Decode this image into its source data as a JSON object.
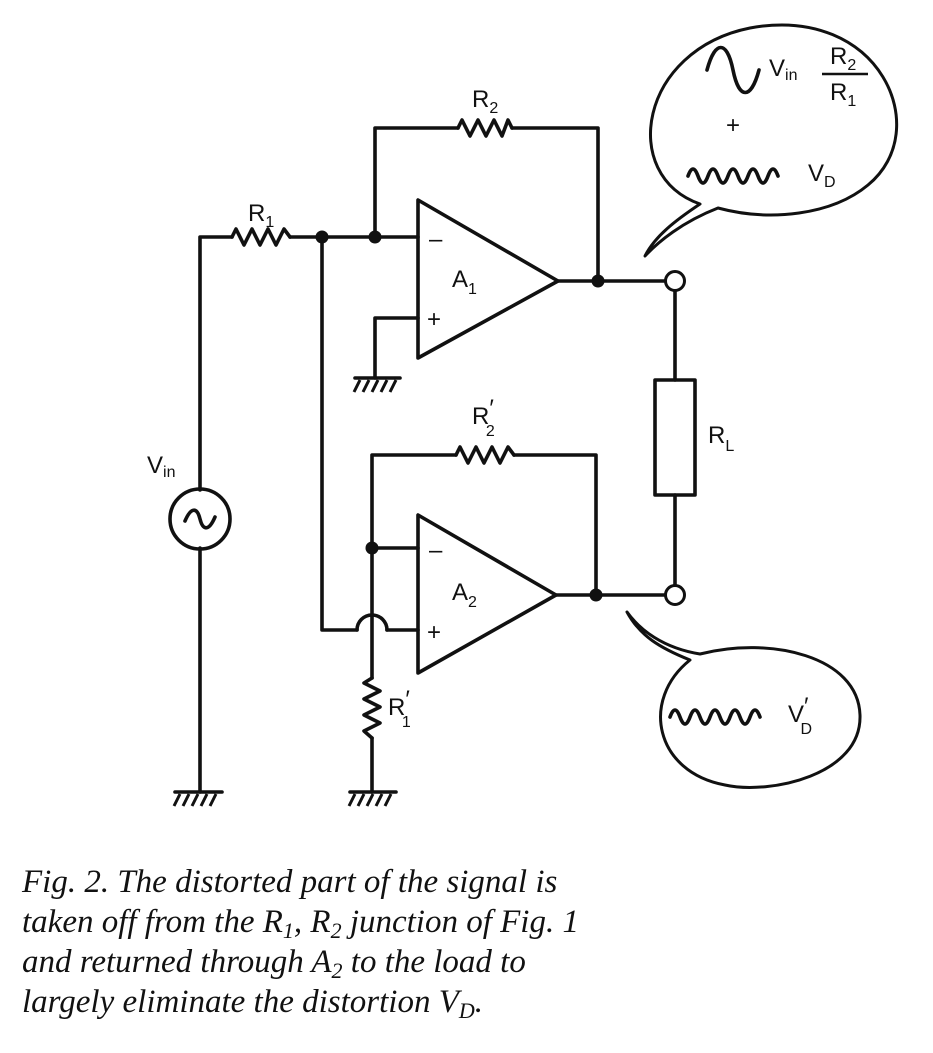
{
  "figure": {
    "components": {
      "r1": {
        "letter": "R",
        "sub": "1"
      },
      "r2": {
        "letter": "R",
        "sub": "2"
      },
      "r1_prime": {
        "letter": "R",
        "prime": "′",
        "sub": "1"
      },
      "r2_prime": {
        "letter": "R",
        "prime": "′",
        "sub": "2"
      },
      "rl": {
        "letter": "R",
        "sub": "L"
      },
      "vin": {
        "letter": "V",
        "sub": "in"
      },
      "vin_symbol": "~",
      "a1": {
        "letter": "A",
        "sub": "1"
      },
      "a2": {
        "letter": "A",
        "sub": "2"
      }
    },
    "opamp_signs": {
      "minus": "–",
      "plus": "+"
    },
    "bubble_top": {
      "vin": {
        "letter": "V",
        "sub": "in"
      },
      "ratio_num": {
        "letter": "R",
        "sub": "2"
      },
      "ratio_den": {
        "letter": "R",
        "sub": "1"
      },
      "plus": "+",
      "vd": {
        "letter": "V",
        "sub": "D"
      }
    },
    "bubble_bottom": {
      "vd_prime": {
        "letter": "V",
        "prime": "′",
        "sub": "D"
      }
    }
  },
  "caption": {
    "line1": "Fig. 2. The distorted part of the signal is",
    "line2_a": "taken off from the R",
    "line2_sub1": "1",
    "line2_b": ", R",
    "line2_sub2": "2",
    "line2_c": " junction of Fig. 1",
    "line3_a": "and returned through A",
    "line3_sub": "2",
    "line3_b": " to the load to",
    "line4_a": "largely eliminate the distortion V",
    "line4_sub": "D",
    "line4_b": "."
  }
}
